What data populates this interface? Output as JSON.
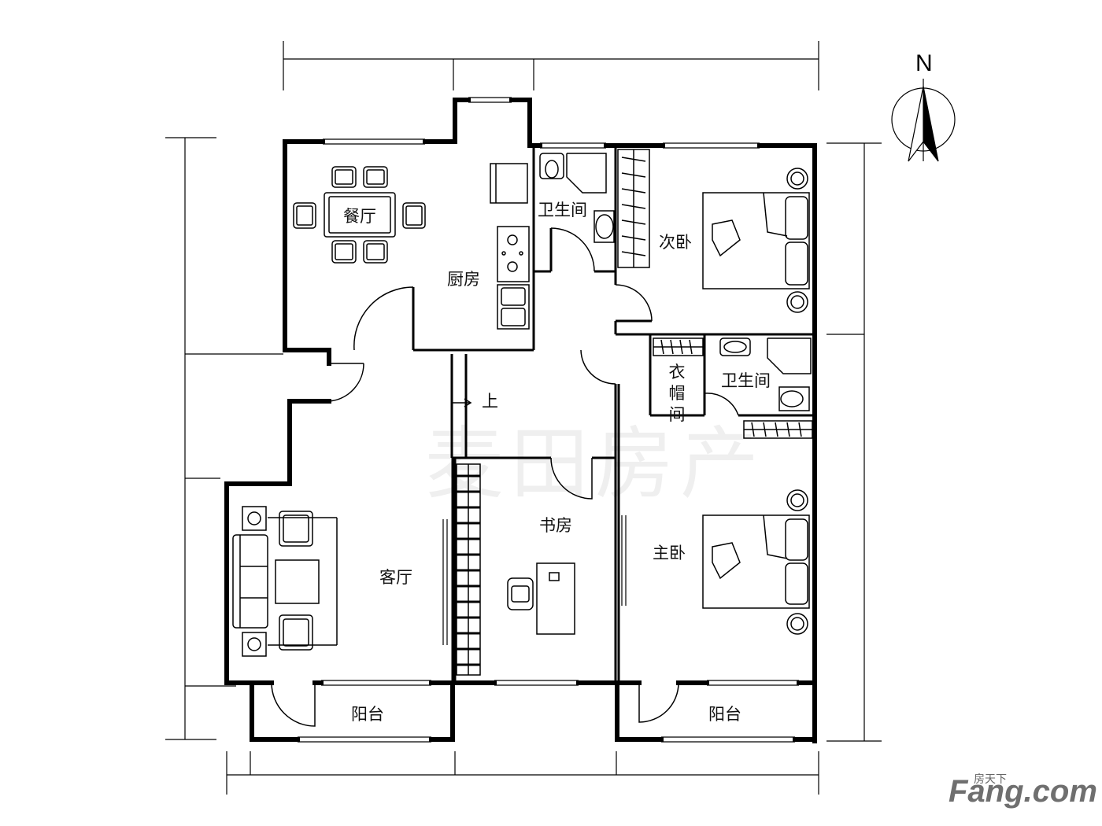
{
  "rooms": {
    "dining": "餐厅",
    "kitchen": "厨房",
    "bathroom_north": "卫生间",
    "second_bedroom": "次卧",
    "closet": [
      "衣",
      "帽",
      "间"
    ],
    "bathroom_south": "卫生间",
    "living_room": "客厅",
    "study": "书房",
    "master_bedroom": "主卧",
    "balcony_left": "阳台",
    "balcony_right": "阳台"
  },
  "stair_mark": "上",
  "compass": {
    "label": "N"
  },
  "watermark": "麦田房产",
  "source_logo": {
    "cn": "房天下",
    "en": "Fang.com"
  }
}
